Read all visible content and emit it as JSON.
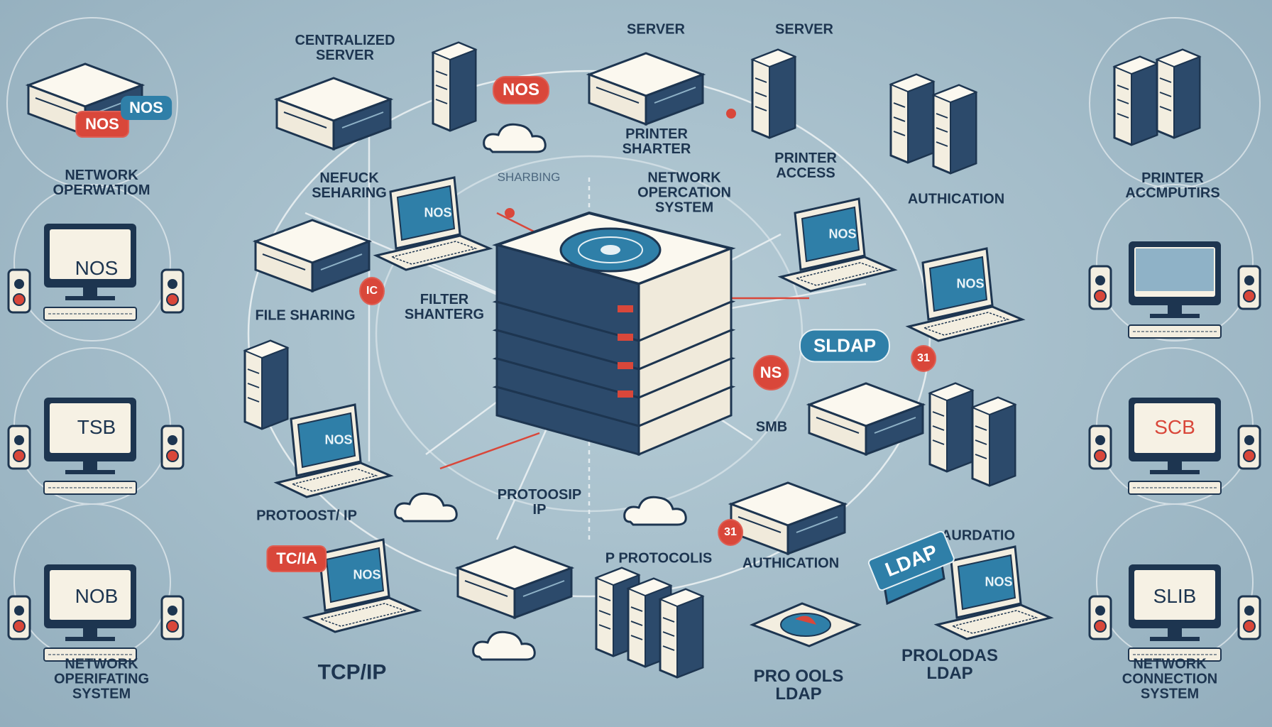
{
  "labels": {
    "centralized_server": "CENTRALIZED\nSERVER",
    "server_1": "SERVER",
    "server_2": "SERVER",
    "network_operation_left": "NETWORK\nOPERWATIOM",
    "nefuck_sharing": "NEFUCK\nSEHARING",
    "sharbing": "SHARBING",
    "printer_sharter": "PRINTER\nSHARTER",
    "network_operation_system": "NETWORK\nOPERCATION\nSYSTEM",
    "printer_access": "PRINTER\nACCESS",
    "authication": "AUTHICATION",
    "printer_accmputirs": "PRINTER\nACCMPUTIRS",
    "file_sharing": "FILE SHARING",
    "filter_shanterg": "FILTER\nSHANTERG",
    "smb": "SMB",
    "protoosip_ip": "PROTOOSIP\nIP",
    "protoost_ip": "PROTOOST/   IP",
    "p_protocolis": "P PROTOCOLIS",
    "authication_2": "AUTHICATION",
    "aurdatio": "AURDATIO",
    "tcp_ip": "TCP/IP",
    "pro_ools_ldap": "PRO OOLS\nLDAP",
    "prolodas_ldap": "PROLODAS\nLDAP",
    "network_operifating_system": "NETWORK\nOPERIFATING\nSYSTEM",
    "network_connection_system": "NETWORK\nCONNECTION\nSYSTEM"
  },
  "badges": {
    "nos_red": "NOS",
    "nos_blue": "NOS",
    "nos_top": "NOS",
    "sldap": "SLDAP",
    "ns": "NS",
    "ic": "IC",
    "n31": "31",
    "n31b": "31",
    "tcp_ia": "TC/IA",
    "ldap": "LDAP"
  },
  "monitors": {
    "left_1": "NOS",
    "left_2": "TSB",
    "left_3": "NOB",
    "right_2": "SCB",
    "right_3": "SLIB"
  },
  "laptops": {
    "top_left": "NOS",
    "top_right": "NOS",
    "right": "NOS",
    "left_mid": "NOS",
    "bottom_left": "NOS",
    "bottom_right": "NOS"
  },
  "colors": {
    "background": "#a3bcc9",
    "navy": "#1d3550",
    "red_accent": "#d9473a",
    "blue_accent": "#2f7fa8",
    "cream": "#f3eee0"
  }
}
